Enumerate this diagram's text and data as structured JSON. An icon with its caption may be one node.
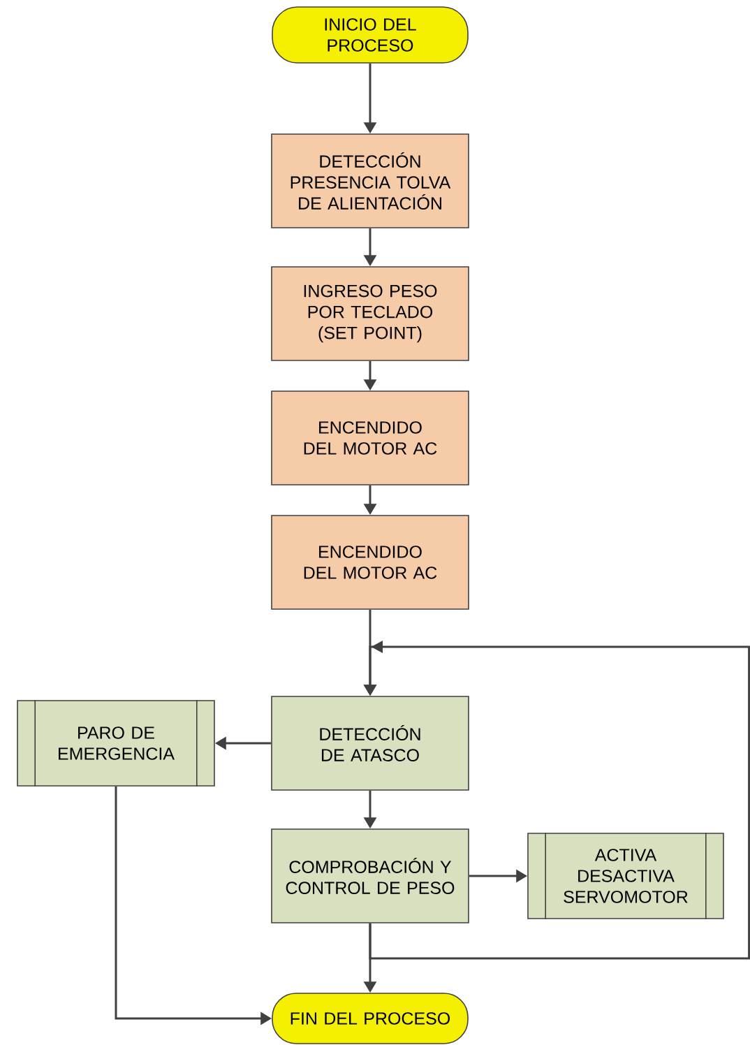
{
  "diagram": {
    "nodes": [
      {
        "text": [
          "INICIO DEL PROCESO"
        ]
      },
      {
        "text": [
          "DETECCIÓN PRESENCIA TOLVA DE ALIENTACIÓN"
        ]
      },
      {
        "text": [
          "INGRESO PESO POR TECLADO (SET POINT)"
        ]
      },
      {
        "text": [
          "ENCENDIDO DEL MOTOR AC"
        ]
      },
      {
        "text": [
          "ENCENDIDO DEL MOTOR AC"
        ]
      },
      {
        "text": [
          "DETECCIÓN DE ATASCO"
        ]
      },
      {
        "text": [
          "PARO DE EMERGENCIA"
        ]
      },
      {
        "text": [
          "COMPROBACIÓN Y CONTROL DE PESO"
        ]
      },
      {
        "text": [
          "ACTIVA DESACTIVA SERVOMOTOR"
        ]
      },
      {
        "text": [
          "FIN DEL PROCESO"
        ]
      }
    ],
    "edges": [
      {
        "from": 0,
        "to": 1,
        "arrow": "to"
      },
      {
        "from": 1,
        "to": 2,
        "arrow": "to"
      },
      {
        "from": 2,
        "to": 3,
        "arrow": "to"
      },
      {
        "from": 3,
        "to": 4,
        "arrow": "to"
      },
      {
        "from": 4,
        "to": 5,
        "arrow": "to"
      },
      {
        "from": 5,
        "to": 6,
        "arrow": "to"
      },
      {
        "from": 5,
        "to": 7,
        "arrow": "to"
      },
      {
        "from": 7,
        "to": 8,
        "arrow": "to"
      },
      {
        "from": 7,
        "to": 9,
        "arrow": "to"
      },
      {
        "from": 6,
        "to": 9,
        "arrow": "to"
      },
      {
        "from": 7,
        "to": 5,
        "arrow": "to"
      }
    ]
  }
}
